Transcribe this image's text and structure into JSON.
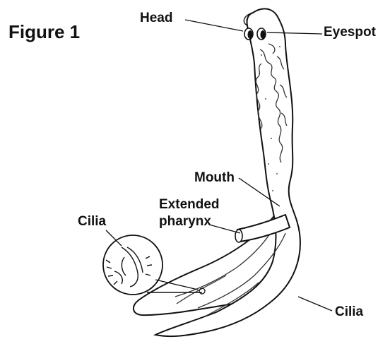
{
  "figure": {
    "title": "Figure 1"
  },
  "labels": {
    "head": "Head",
    "eyespot": "Eyespot",
    "mouth": "Mouth",
    "extended_pharynx_line1": "Extended",
    "extended_pharynx_line2": "pharynx",
    "cilia_left": "Cilia",
    "cilia_right": "Cilia"
  }
}
